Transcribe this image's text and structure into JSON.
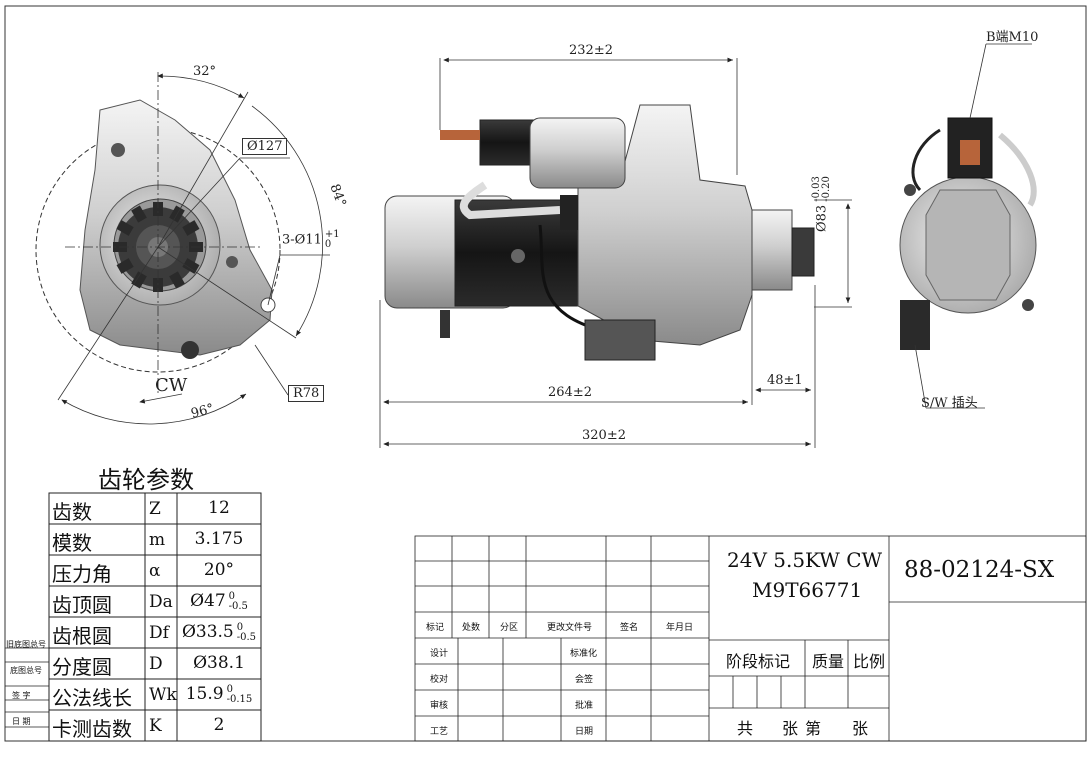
{
  "dimensions": {
    "angle_top": "32°",
    "dia_127": "Ø127",
    "arc_84": "84°",
    "holes": "3-Ø11",
    "holes_tol_upper": "+1",
    "holes_tol_lower": "0",
    "rotation": "CW",
    "r78": "R78",
    "angle_bottom": "96°",
    "len_232": "232±2",
    "dia_83": "Ø83",
    "dia_83_tol_upper": "-0.03",
    "dia_83_tol_lower": "-0.20",
    "len_48": "48±1",
    "len_264": "264±2",
    "len_320": "320±2",
    "terminal_b": "B端M10",
    "sw_plug": "S/W 插头"
  },
  "gear_table": {
    "title": "齿轮参数",
    "rows": [
      {
        "name": "齿数",
        "sym": "Z",
        "val": "12",
        "tu": "",
        "tl": ""
      },
      {
        "name": "模数",
        "sym": "m",
        "val": "3.175",
        "tu": "",
        "tl": ""
      },
      {
        "name": "压力角",
        "sym": "α",
        "val": "20°",
        "tu": "",
        "tl": ""
      },
      {
        "name": "齿顶圆",
        "sym": "Da",
        "val": "Ø47",
        "tu": "0",
        "tl": "-0.5"
      },
      {
        "name": "齿根圆",
        "sym": "Df",
        "val": "Ø33.5",
        "tu": "0",
        "tl": "-0.5"
      },
      {
        "name": "分度圆",
        "sym": "D",
        "val": "Ø38.1",
        "tu": "",
        "tl": ""
      },
      {
        "name": "公法线长",
        "sym": "Wk",
        "val": "15.9",
        "tu": "0",
        "tl": "-0.15"
      },
      {
        "name": "卡测齿数",
        "sym": "K",
        "val": "2",
        "tu": "",
        "tl": ""
      }
    ]
  },
  "side_labels": [
    "旧底图总号",
    "底图总号",
    "签  字",
    "日  期"
  ],
  "title_block": {
    "spec_line1": "24V 5.5KW CW",
    "spec_line2": "M9T66771",
    "part_no": "88-02124-SX",
    "rev_headers": [
      "标记",
      "处数",
      "分区",
      "更改文件号",
      "签名",
      "年月日"
    ],
    "sign_left": [
      "设计",
      "校对",
      "审核",
      "工艺"
    ],
    "sign_mid": [
      "标准化",
      "会签",
      "批准",
      "日期"
    ],
    "stage_mark": "阶段标记",
    "weight": "质量",
    "scale": "比例",
    "sheet_total": "共",
    "sheet_unit": "张",
    "sheet_no": "第",
    "sheet_unit2": "张"
  }
}
